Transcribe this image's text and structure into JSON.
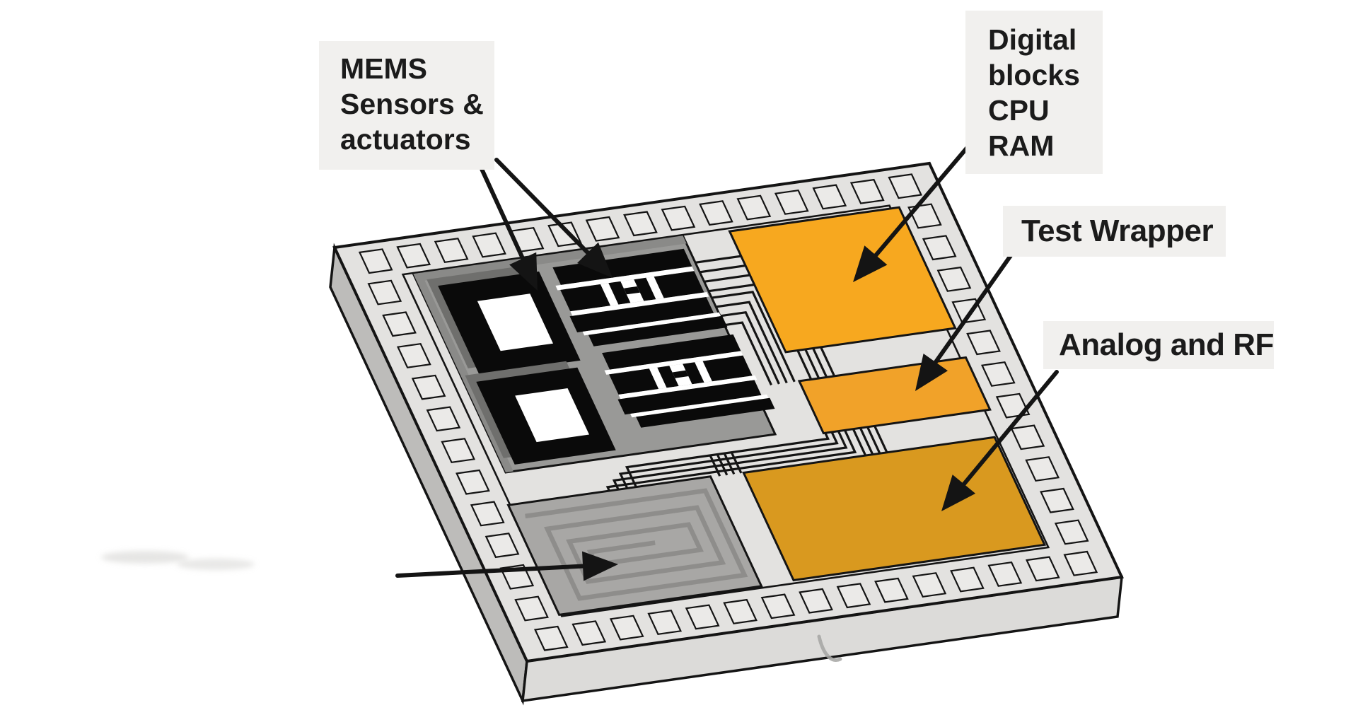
{
  "labels": {
    "mems": {
      "lines": [
        "MEMS",
        "Sensors &",
        "actuators"
      ]
    },
    "digital": {
      "lines": [
        "Digital",
        "blocks",
        "CPU",
        "RAM"
      ]
    },
    "test": {
      "text": "Test Wrapper"
    },
    "analog": {
      "text": "Analog and RF"
    }
  },
  "colors": {
    "background": "#ffffff",
    "label_bg": "#f1f0ee",
    "label_text": "#1b1b1b",
    "outline": "#141414",
    "chip_top": "#e3e2e0",
    "chip_left_face": "#bdbcba",
    "chip_front_face": "#dcdbd9",
    "pad_fill": "#ebeae8",
    "mems_region": "#999997",
    "mems_region_shade": "#8a8a88",
    "mems_device": "#0a0a0a",
    "device_shadow": "#6f6f6d",
    "device_window": "#ffffff",
    "spiral_block": "#a8a7a5",
    "spiral_line": "#8e8d8b",
    "digital_block": "#f7a81f",
    "test_block": "#f1a229",
    "analog_block": "#d9991f",
    "smudge": "#d2d1cf"
  }
}
